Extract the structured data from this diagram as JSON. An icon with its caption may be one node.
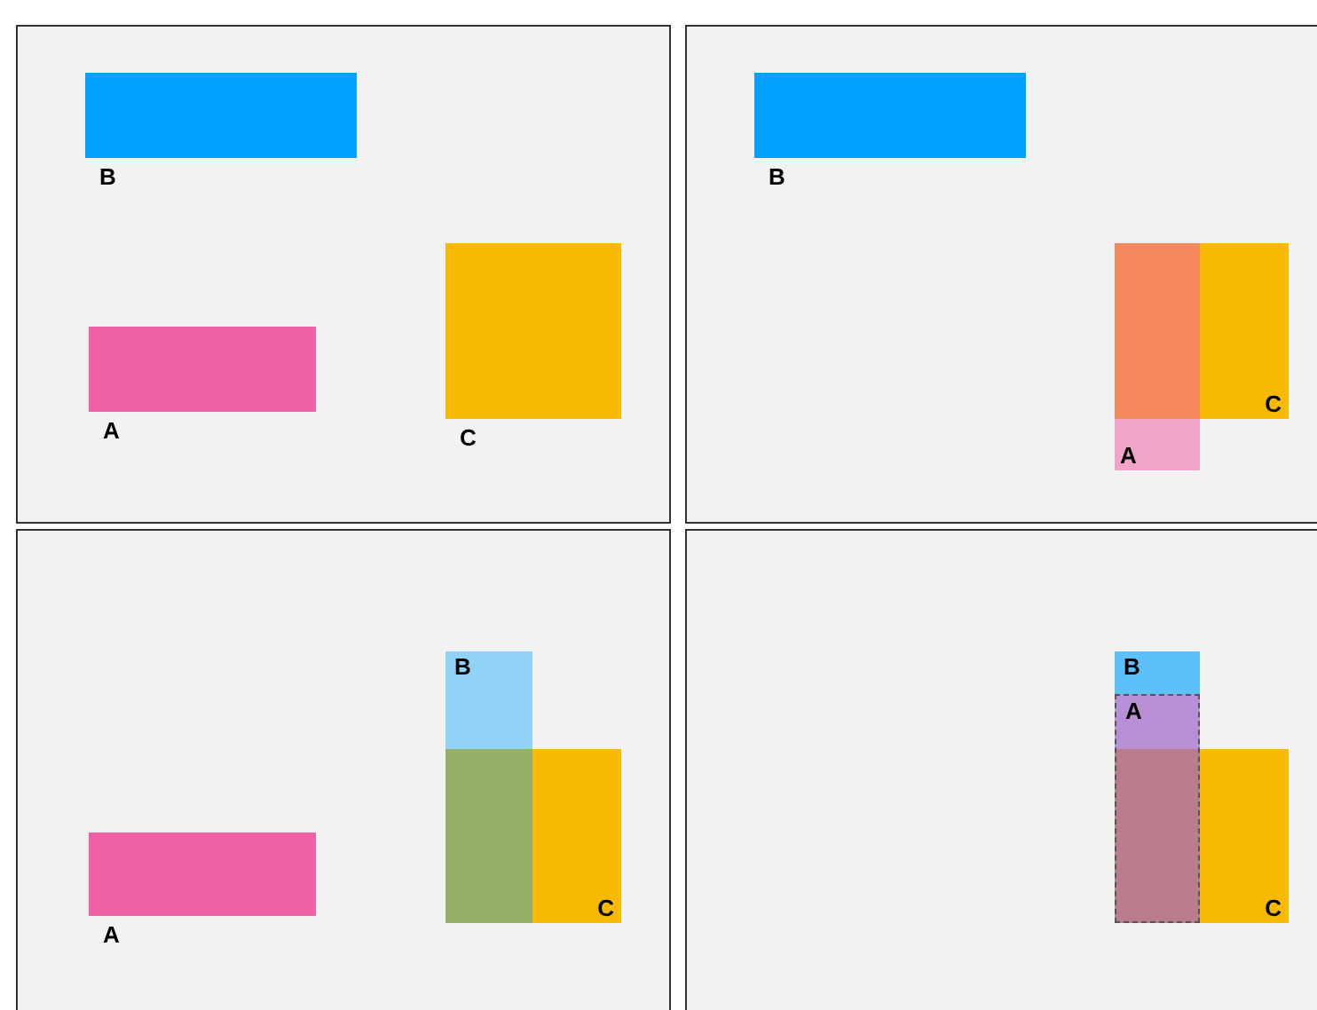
{
  "diagram": {
    "nodes": [
      {
        "text": [],
        "shape": "box"
      },
      {
        "text": [
          "B"
        ],
        "in": 0
      },
      {
        "text": [
          "A"
        ],
        "in": 0
      },
      {
        "text": [
          "C"
        ],
        "in": 0
      },
      {
        "text": [],
        "shape": "box"
      },
      {
        "text": [
          "B"
        ],
        "in": 4
      },
      {
        "text": [
          "C"
        ],
        "in": 4
      },
      {
        "text": [
          "A"
        ],
        "in": 4
      },
      {
        "text": [],
        "shape": "box"
      },
      {
        "text": [
          "A"
        ],
        "in": 8
      },
      {
        "text": [
          "C"
        ],
        "in": 8
      },
      {
        "text": [
          "B"
        ],
        "in": 8
      },
      {
        "text": [],
        "shape": "box"
      },
      {
        "text": [
          "C"
        ],
        "in": 12
      },
      {
        "text": [
          "B"
        ],
        "in": 12
      },
      {
        "text": [
          "A"
        ],
        "in": 12
      }
    ]
  }
}
